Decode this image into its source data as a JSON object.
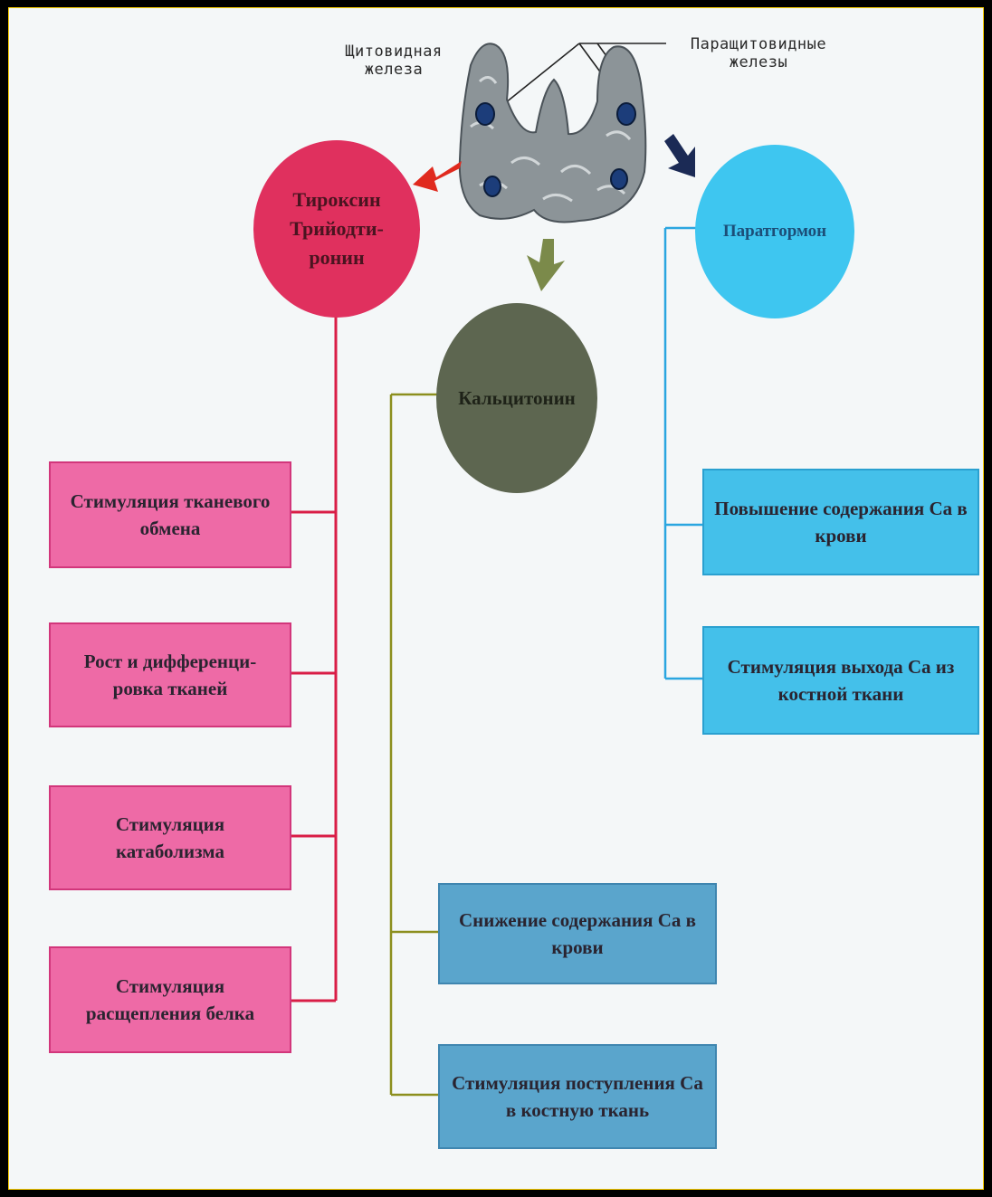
{
  "labels": {
    "thyroid": "Щитовидная железа",
    "parathyroid": "Паращитовидные железы"
  },
  "hormones": {
    "thyroxine": "Тироксин Трийодти-ронин",
    "calcitonin": "Кальцитонин",
    "parathormone": "Паратгормон"
  },
  "thyroxine_effects": [
    "Стимуляция тканевого обмена",
    "Рост и дифференци-ровка тканей",
    "Стимуляция катаболизма",
    "Стимуляция расщепления белка"
  ],
  "calcitonin_effects": [
    "Снижение содержания Са в крови",
    "Стимуляция поступления Са в костную ткань"
  ],
  "parathormone_effects": [
    "Повышение содержания Са в крови",
    "Стимуляция выхода Са из костной ткани"
  ],
  "colors": {
    "thyroxine": "#e0305e",
    "calcitonin": "#5d6650",
    "parathormone": "#3ec6f0",
    "pink_box": "#ee6aa6",
    "cyan_box": "#44c0ea",
    "steel_box": "#5aa5cc",
    "red_arrow": "#e02a1e",
    "olive_arrow": "#7b8a4a",
    "navy_arrow": "#1b2a55"
  },
  "icons": [
    "thyroid-gland-illustration",
    "arrow-down-left-icon",
    "arrow-down-icon",
    "arrow-down-right-icon"
  ]
}
